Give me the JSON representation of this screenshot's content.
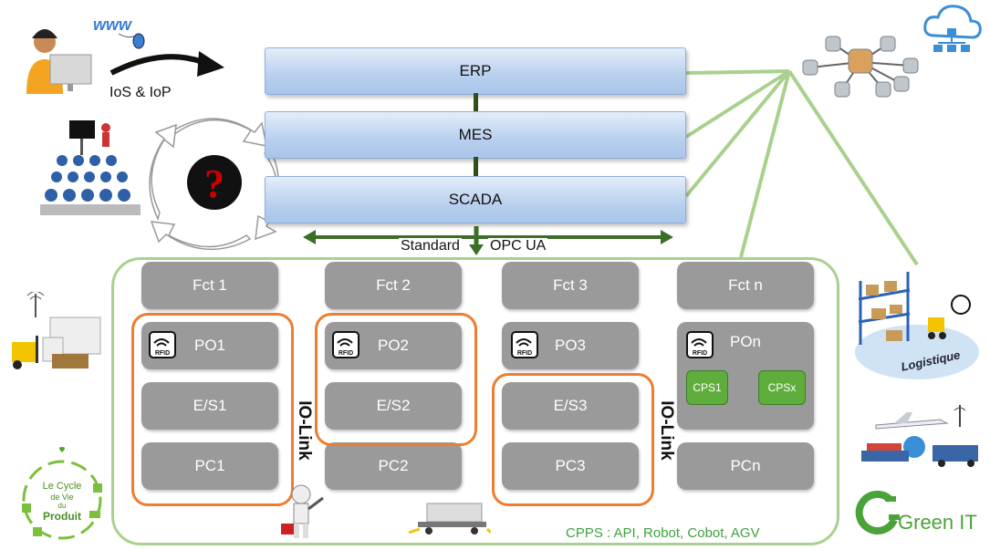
{
  "top": {
    "ios_iop_label": "IoS & IoP",
    "www_label": "www"
  },
  "layers": {
    "erp": "ERP",
    "mes": "MES",
    "scada": "SCADA"
  },
  "bus": {
    "left_label": "Standard",
    "right_label": "OPC UA"
  },
  "functions": [
    "Fct 1",
    "Fct 2",
    "Fct 3",
    "Fct n"
  ],
  "po": [
    "PO1",
    "PO2",
    "PO3",
    "POn"
  ],
  "es": [
    "E/S1",
    "E/S2",
    "E/S3"
  ],
  "pc": [
    "PC1",
    "PC2",
    "PC3",
    "PCn"
  ],
  "cps": [
    "CPS1",
    "CPSx"
  ],
  "rfid_label": "RFID",
  "io_link": "IO-Link",
  "cpps_label": "CPPS : API, Robot, Cobot, AGV",
  "logistics_label": "Logistique",
  "green_it": "Green IT",
  "lifecycle": {
    "line1": "Le Cycle",
    "line2": "de Vie",
    "line3": "du",
    "line4": "Produit"
  },
  "colors": {
    "orange": "#ef7d2e",
    "green": "#a9d18e",
    "grey_box": "#9a9a9a",
    "cps_green": "#5fae3d",
    "bus_green": "#3c6e28"
  }
}
